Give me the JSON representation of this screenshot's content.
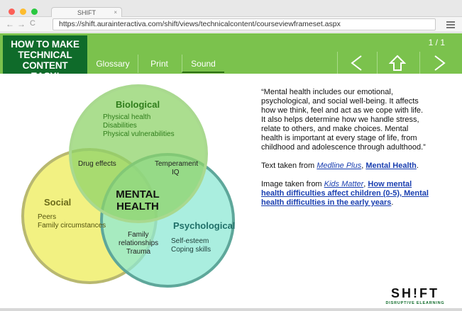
{
  "browser": {
    "tab_title": "SHIFT",
    "tab_close": "×",
    "url": "https://shift.aurainteractiva.com/shift/views/technicalcontent/courseviewframeset.aspx",
    "nav_back": "←",
    "nav_forward": "→",
    "nav_reload": "C"
  },
  "header": {
    "logo_lines": [
      "HOW TO MAKE",
      "TECHNICAL CONTENT",
      "EASY!"
    ],
    "nav": [
      "Glossary",
      "Print",
      "Sound"
    ],
    "pager": "1 / 1"
  },
  "venn": {
    "center_label_1": "MENTAL",
    "center_label_2": "HEALTH",
    "biological": {
      "title": "Biological",
      "items": [
        "Physical health",
        "Disabilities",
        "Physical vulnerabilities"
      ],
      "color": "#8fd36a"
    },
    "social": {
      "title": "Social",
      "items": [
        "Peers",
        "Family circumstances"
      ],
      "color": "#f0ee6c"
    },
    "psychological": {
      "title": "Psychological",
      "items": [
        "Self-esteem",
        "Coping skills"
      ],
      "color": "#8ee8d4"
    },
    "overlap_bio_social": "Drug effects",
    "overlap_bio_psych_1": "Temperament",
    "overlap_bio_psych_2": "IQ",
    "overlap_social_psych_1": "Family",
    "overlap_social_psych_2": "relationships",
    "overlap_social_psych_3": "Trauma"
  },
  "text": {
    "quote": "“Mental health includes our emotional, psychological, and social well-being. It affects how we think, feel and act as we cope with life. It also helps determine how we handle stress, relate to others, and make choices. Mental health is important at every stage of life, from childhood and adolescence through adulthood.”",
    "source_prefix": "Text taken from",
    "source_link_1": "Medline Plus",
    "source_sep": ",",
    "source_link_2": "Mental Health",
    "source_end": ".",
    "image_prefix": "Image taken from",
    "image_link_1": "Kids Matter",
    "image_sep": ",",
    "image_link_2": "How mental health difficulties affect children (0-5), Mental health difficulties in the early years",
    "image_end": "."
  },
  "brand": {
    "name": "SH!FT",
    "tagline": "DISRUPTIVE ELEARNING"
  }
}
